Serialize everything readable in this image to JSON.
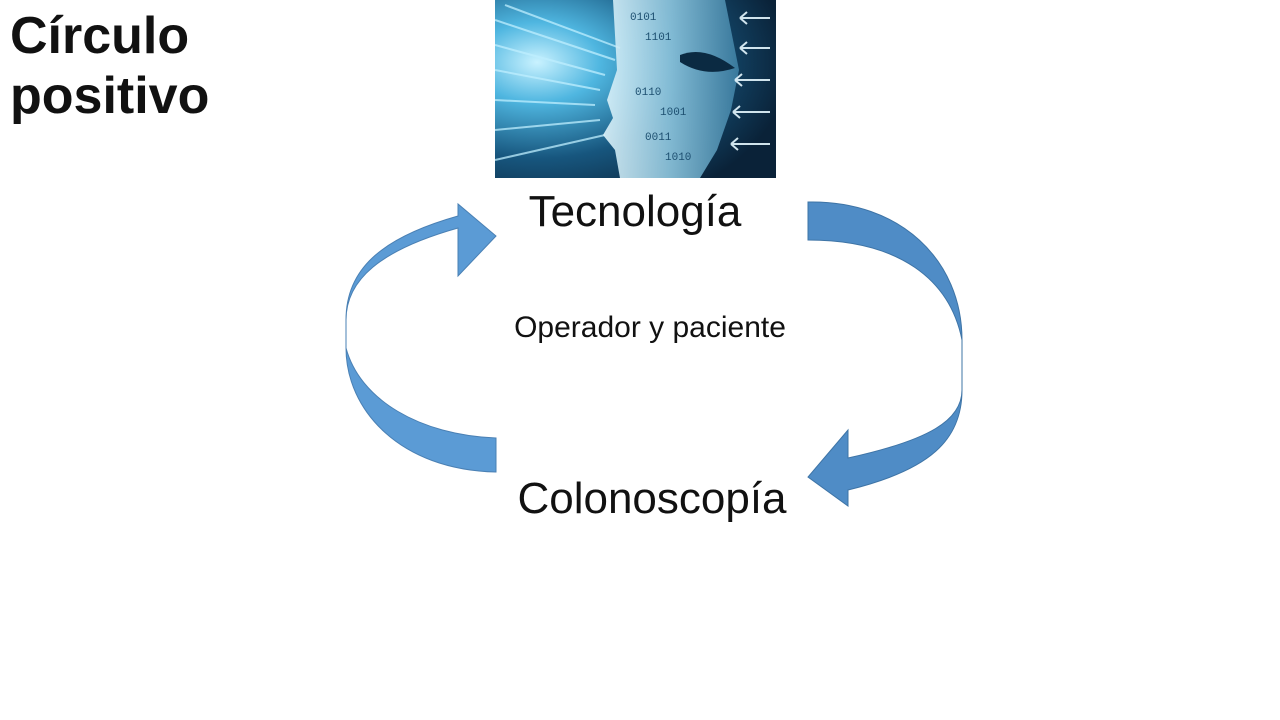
{
  "title": "Círculo\npositivo",
  "nodes": {
    "top": "Tecnología",
    "center": "Operador y paciente",
    "bottom": "Colonoscopía"
  },
  "colors": {
    "arrow_light": "#5b9bd5",
    "arrow_dark": "#4a80b4",
    "image_bg": "#0c2b44",
    "image_glow": "#7fd6f2"
  },
  "image": {
    "subject": "digital-face-binary-code"
  }
}
